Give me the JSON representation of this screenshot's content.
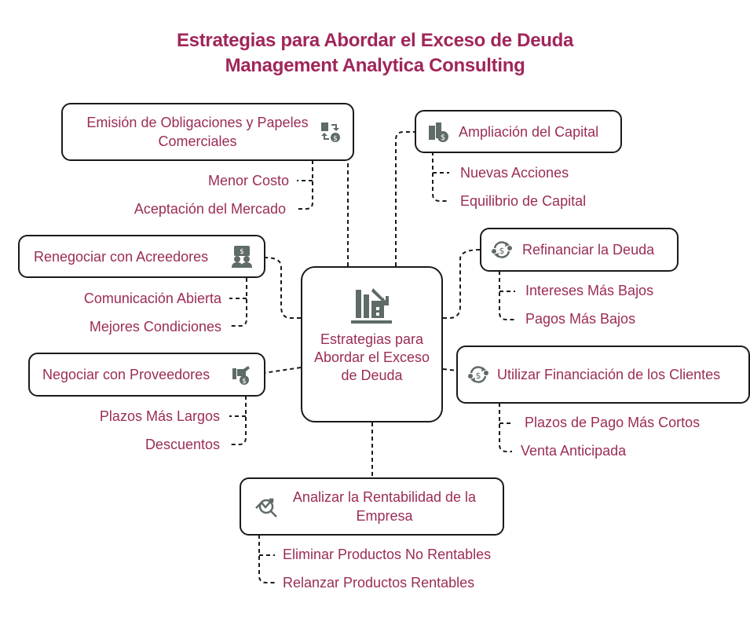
{
  "title": {
    "line1": "Estrategias para Abordar el Exceso de Deuda",
    "line2": "Management Analytica Consulting"
  },
  "center": {
    "label": "Estrategias para Abordar el Exceso de Deuda",
    "icon": "building-chart-icon"
  },
  "branches": {
    "emision": {
      "label": "Emisión de Obligaciones y Papeles Comerciales",
      "icon": "exchange-dollar-icon",
      "items": [
        "Menor Costo",
        "Aceptación del Mercado"
      ]
    },
    "ampliacion": {
      "label": "Ampliación del Capital",
      "icon": "buildings-dollar-icon",
      "items": [
        "Nuevas Acciones",
        "Equilibrio de Capital"
      ]
    },
    "renegociar": {
      "label": "Renegociar con Acreedores",
      "icon": "people-dollar-icon",
      "items": [
        "Comunicación Abierta",
        "Mejores Condiciones"
      ]
    },
    "refinanciar": {
      "label": "Refinanciar la Deuda",
      "icon": "cycle-dollar-icon",
      "items": [
        "Intereses Más Bajos",
        "Pagos Más Bajos"
      ]
    },
    "proveedores": {
      "label": "Negociar con Proveedores",
      "icon": "hand-dollar-icon",
      "items": [
        "Plazos Más Largos",
        "Descuentos"
      ]
    },
    "clientes": {
      "label": "Utilizar Financiación de los Clientes",
      "icon": "client-cycle-dollar-icon",
      "items": [
        "Plazos de Pago Más Cortos",
        "Venta Anticipada"
      ]
    },
    "rentabilidad": {
      "label": "Analizar la Rentabilidad de la Empresa",
      "icon": "magnify-trend-icon",
      "items": [
        "Eliminar Productos No Rentables",
        "Relanzar Productos Rentables"
      ]
    }
  },
  "colors": {
    "text": "#9b2c56",
    "border": "#1a1a1a",
    "icon": "#5f6b66"
  }
}
